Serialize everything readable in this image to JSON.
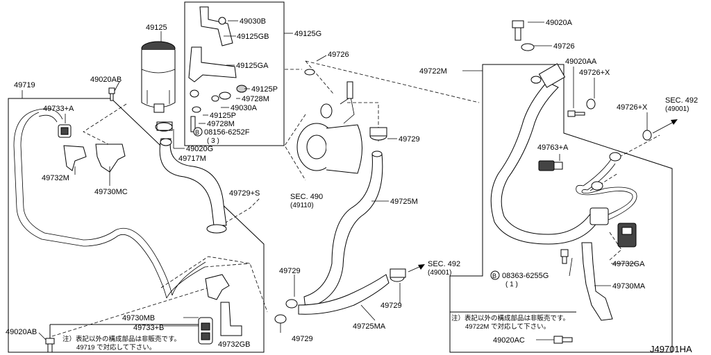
{
  "diagram_id": "J49701HA",
  "labels": {
    "p49125": "49125",
    "p49030B": "49030B",
    "p49125GB": "49125GB",
    "p49125G": "49125G",
    "p49125GA": "49125GA",
    "p49125P_a": "49125P",
    "p49728M_a": "49728M",
    "p49030A": "49030A",
    "p49125P_b": "49125P",
    "p49728M_b": "49728M",
    "pB08156": "08156-6252F",
    "pB08156_qty": "( 3 )",
    "p49020G": "49020G",
    "p49717M": "49717M",
    "p49726_top": "49726",
    "p49729_mid": "49729",
    "p49729S": "49729+S",
    "sec490": "SEC. 490",
    "sec490_sub": "(49110)",
    "p49725M": "49725M",
    "p49719": "49719",
    "p49020AB_top": "49020AB",
    "p49733A": "49733+A",
    "p49732M": "49732M",
    "p49730MC": "49730MC",
    "p49729_low1": "49729",
    "sec492_low": "SEC. 492",
    "sec492_low_sub": "(49001)",
    "p49730MB": "49730MB",
    "p49733B": "49733+B",
    "p49732GB": "49732GB",
    "p49020AB_bot": "49020AB",
    "p49729_low2": "49729",
    "p49729_low3": "49729",
    "p49725MA": "49725MA",
    "p49020A": "49020A",
    "p49726_right": "49726",
    "p49722M": "49722M",
    "p49020AA": "49020AA",
    "p49726X_a": "49726+X",
    "p49726X_b": "49726+X",
    "sec492_right": "SEC. 492",
    "sec492_right_sub": "(49001)",
    "p49763A": "49763+A",
    "p49732GA": "49732GA",
    "pB08363": "08363-6255G",
    "pB08363_qty": "( 1 )",
    "p49730MA": "49730MA",
    "p49020AC": "49020AC",
    "bolt_symbol": "B"
  },
  "notes": {
    "left_line1": "注）表記以外の構成部品は非販売です。",
    "left_line2": "49719 で対応して下さい。",
    "right_line1": "注）表記以外の構成部品は非販売です。",
    "right_line2": "49722M で対応して下さい。"
  }
}
